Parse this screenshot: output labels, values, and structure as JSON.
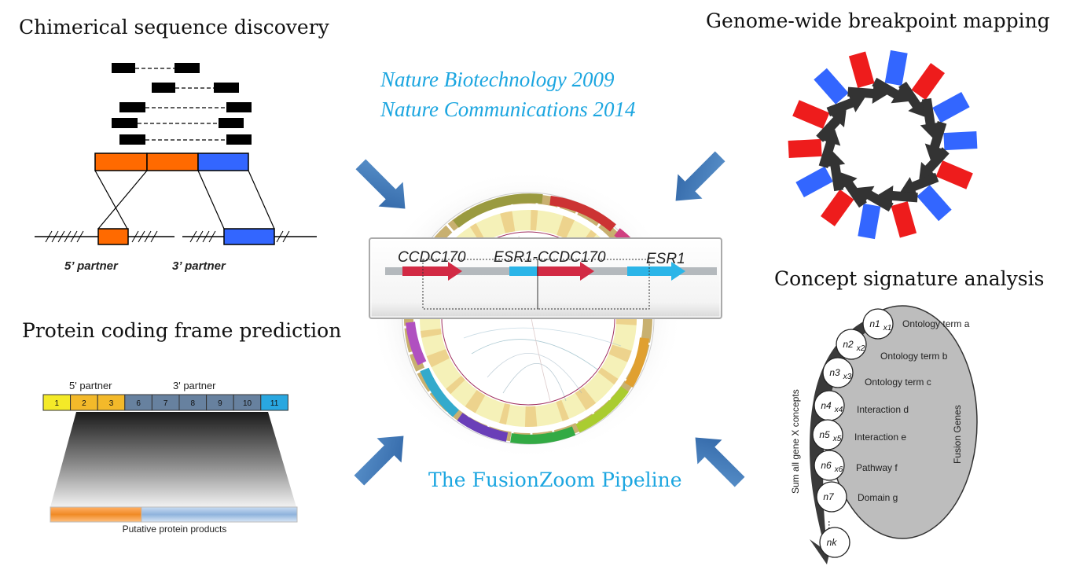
{
  "headings": {
    "chimerical": "Chimerical sequence discovery",
    "breakpoint": "Genome-wide breakpoint mapping",
    "concept": "Concept signature analysis",
    "protein": "Protein coding frame prediction"
  },
  "citations": {
    "line1": "Nature Biotechnology 2009",
    "line2": "Nature Communications 2014"
  },
  "pipeline_title": "The FusionZoom Pipeline",
  "chimerical_panel": {
    "partner5": "5’ partner",
    "partner3": "3’ partner"
  },
  "fusion_box": {
    "gene1": "CCDC170",
    "gene2": "ESR1-CCDC170",
    "gene3": "ESR1"
  },
  "protein_panel": {
    "partner5": "5' partner",
    "partner3": "3' partner",
    "exons": [
      "1",
      "2",
      "3",
      "6",
      "7",
      "8",
      "9",
      "10",
      "11"
    ],
    "product_label": "Putative protein products"
  },
  "concept_panel": {
    "nodes": [
      {
        "n": "n1",
        "x": "x1",
        "term": "Ontology term a"
      },
      {
        "n": "n2",
        "x": "x2",
        "term": "Ontology term b"
      },
      {
        "n": "n3",
        "x": "x3",
        "term": "Ontology term c"
      },
      {
        "n": "n4",
        "x": "x4",
        "term": "Interaction d"
      },
      {
        "n": "n5",
        "x": "x5",
        "term": "Interaction e"
      },
      {
        "n": "n6",
        "x": "x6",
        "term": "Pathway f"
      },
      {
        "n": "n7",
        "x": "",
        "term": "Domain g"
      },
      {
        "n": "nk",
        "x": "",
        "term": ""
      }
    ],
    "side_label": "Sum all gene X concepts",
    "ellipse_label": "Fusion Genes"
  },
  "colors": {
    "citation_blue": "#1ca6e0",
    "orange": "#ff6a00",
    "blue": "#3366ff",
    "red": "#ee1c1c",
    "arrow_blue": "#3a75b5"
  }
}
